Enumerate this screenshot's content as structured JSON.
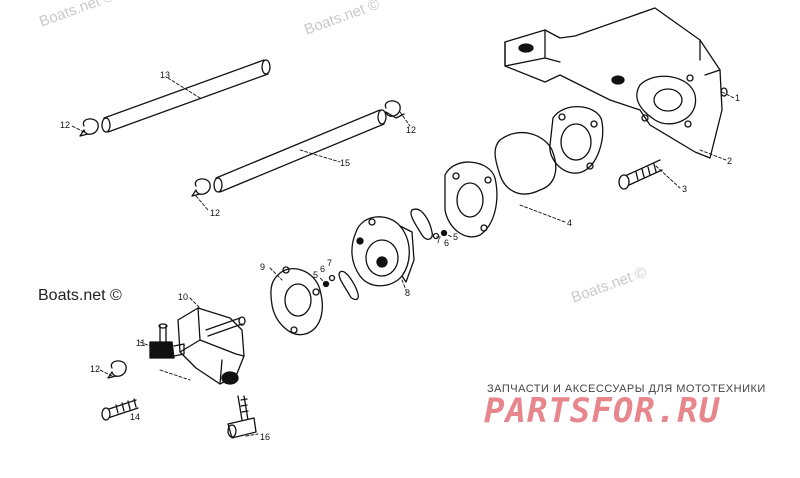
{
  "watermarks": {
    "top_left": "Boats.net ©",
    "top_center": "Boats.net ©",
    "left_middle": "Boats.net ©",
    "right_middle": "Boats.net ©"
  },
  "callouts": [
    {
      "id": "1",
      "label": "1"
    },
    {
      "id": "2",
      "label": "2"
    },
    {
      "id": "3",
      "label": "3"
    },
    {
      "id": "4",
      "label": "4"
    },
    {
      "id": "5a",
      "label": "5"
    },
    {
      "id": "6a",
      "label": "6"
    },
    {
      "id": "7a",
      "label": "7"
    },
    {
      "id": "5b",
      "label": "5"
    },
    {
      "id": "6b",
      "label": "6"
    },
    {
      "id": "7b",
      "label": "7"
    },
    {
      "id": "8",
      "label": "8"
    },
    {
      "id": "9",
      "label": "9"
    },
    {
      "id": "10",
      "label": "10"
    },
    {
      "id": "11",
      "label": "11"
    },
    {
      "id": "12a",
      "label": "12"
    },
    {
      "id": "12b",
      "label": "12"
    },
    {
      "id": "12c",
      "label": "12"
    },
    {
      "id": "12d",
      "label": "12"
    },
    {
      "id": "13",
      "label": "13"
    },
    {
      "id": "14",
      "label": "14"
    },
    {
      "id": "15",
      "label": "15"
    },
    {
      "id": "16",
      "label": "16"
    }
  ],
  "footer": {
    "tagline": "ЗАПЧАСТИ И АКСЕССУАРЫ ДЛЯ МОТОТЕХНИКИ",
    "brand": "PARTSFOR.RU"
  }
}
